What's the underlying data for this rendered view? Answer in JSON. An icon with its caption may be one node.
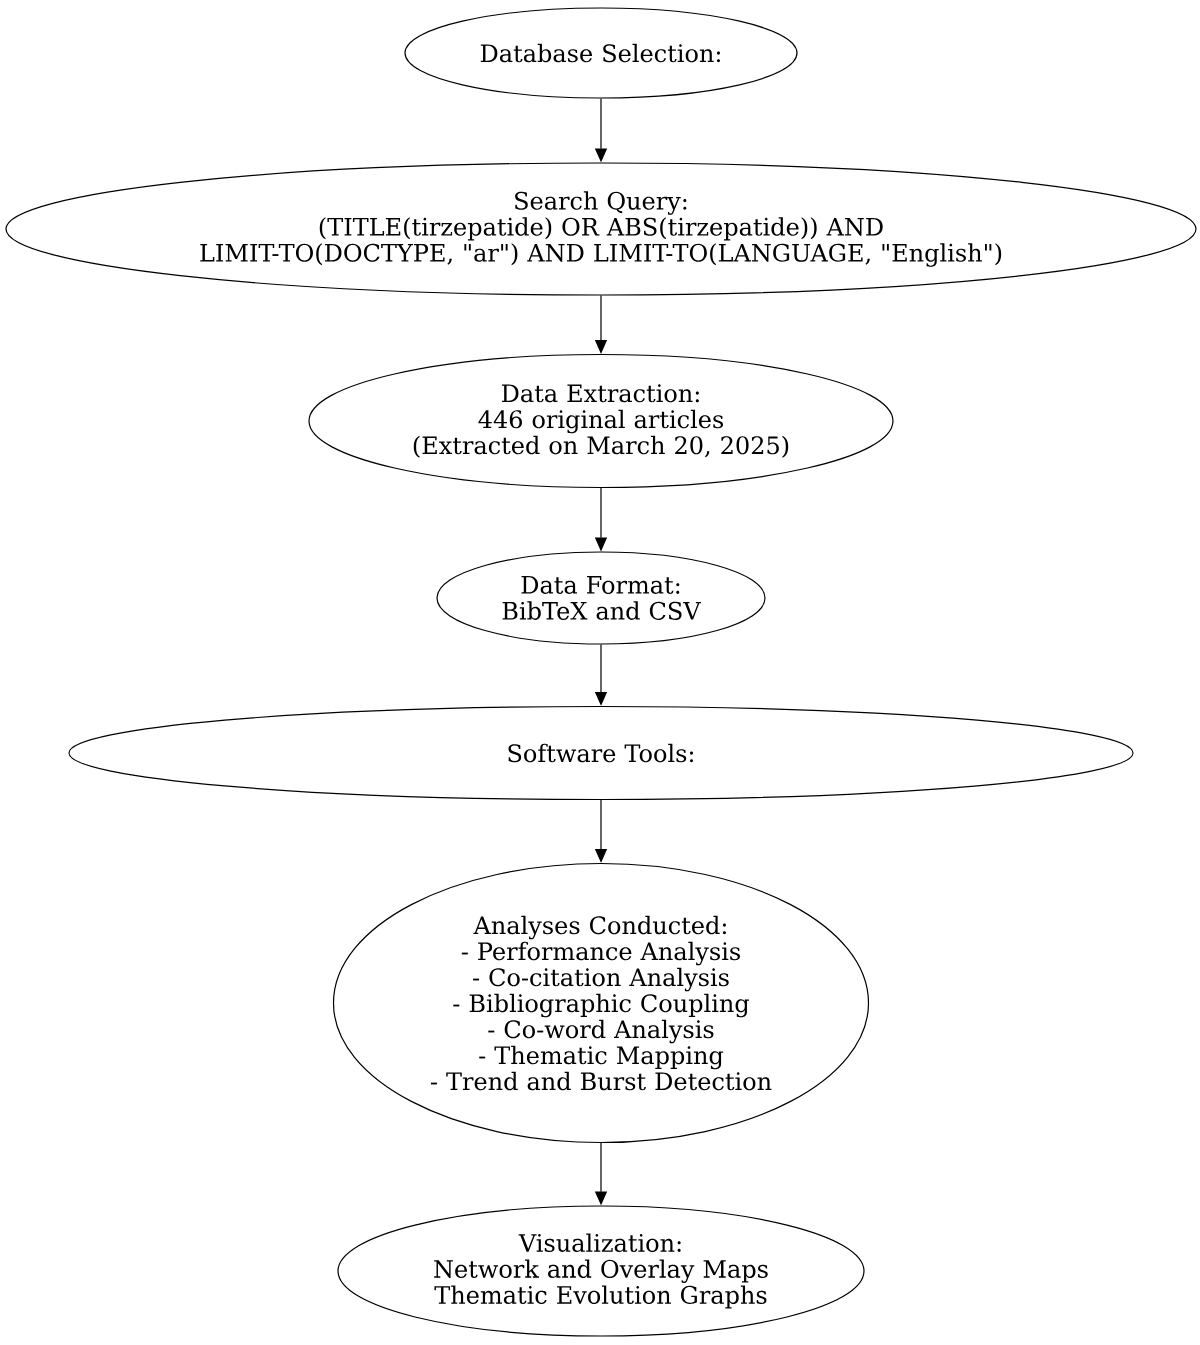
{
  "diagram": {
    "nodes": [
      {
        "text": [
          "Database Selection:"
        ]
      },
      {
        "text": [
          "Search Query:",
          "(TITLE(tirzepatide) OR ABS(tirzepatide)) AND LIMIT-TO(DOCTYPE, \"ar\") AND LIMIT-TO(LANGUAGE, \"English\")"
        ]
      },
      {
        "text": [
          "Data Extraction:",
          "446 original articles",
          "(Extracted on March 20, 2025)"
        ]
      },
      {
        "text": [
          "Data Format:",
          "BibTeX and CSV"
        ]
      },
      {
        "text": [
          "Software Tools:"
        ]
      },
      {
        "text": [
          "Analyses Conducted:",
          "- Performance Analysis",
          "- Co-citation Analysis",
          "- Bibliographic Coupling",
          "- Co-word Analysis",
          "- Thematic Mapping",
          "- Trend and Burst Detection"
        ]
      },
      {
        "text": [
          "Visualization:",
          "Network and Overlay Maps",
          "Thematic Evolution Graphs"
        ]
      }
    ],
    "edges": [
      {
        "from": 0,
        "to": 1,
        "arrow": "to"
      },
      {
        "from": 1,
        "to": 2,
        "arrow": "to"
      },
      {
        "from": 2,
        "to": 3,
        "arrow": "to"
      },
      {
        "from": 3,
        "to": 4,
        "arrow": "to"
      },
      {
        "from": 4,
        "to": 5,
        "arrow": "to"
      },
      {
        "from": 5,
        "to": 6,
        "arrow": "to"
      }
    ]
  }
}
